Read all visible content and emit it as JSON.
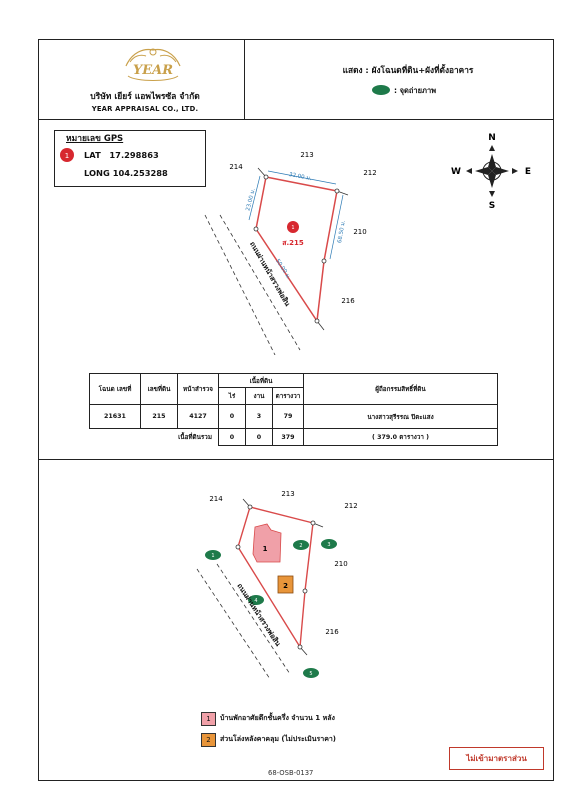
{
  "company": {
    "logo_text": "YEAR",
    "name_th": "บริษัท เยียร์ แอพไพรซัล จำกัด",
    "name_en": "YEAR APPRAISAL CO., LTD."
  },
  "header": {
    "title": "แสดง : ผังโฉนดที่ดิน+ผังที่ตั้งอาคาร",
    "photo_point_label": ": จุดถ่ายภาพ"
  },
  "gps": {
    "title": "หมายเลข GPS",
    "lat_label": "LAT",
    "lat_value": "17.298863",
    "long_label": "LONG",
    "long_value": "104.253288",
    "point_number": "1"
  },
  "compass": {
    "n": "N",
    "s": "S",
    "e": "E",
    "w": "W"
  },
  "plot_map": {
    "adjacent": {
      "north": "213",
      "nw": "214",
      "ne": "212",
      "east": "210",
      "se": "216"
    },
    "dims": {
      "top": "32.00 ม.",
      "left": "23.00 ม.",
      "right": "68.50 ม.",
      "bottom": "50.00 ม."
    },
    "road_label": "ถนนผ่านหน้าสรวงพ่อสิน",
    "lot_label": "ส.215",
    "gps_number": "1"
  },
  "deed_table": {
    "headers": {
      "deed_no": "โฉนด เลขที่",
      "land_no": "เลขที่ดิน",
      "survey_page": "หน้าสำรวจ",
      "area_group": "เนื้อที่ดิน",
      "rai": "ไร่",
      "ngan": "งาน",
      "sq_wa": "ตารางวา",
      "owner": "ผู้ถือกรรมสิทธิ์ที่ดิน"
    },
    "rows": [
      {
        "deed_no": "21631",
        "land_no": "215",
        "survey_page": "4127",
        "rai": "0",
        "ngan": "3",
        "sq_wa": "79",
        "owner": "นางสาวสุรีรรณ ปิตะแสง"
      }
    ],
    "total_label": "เนื้อที่ดินรวม",
    "total": {
      "rai": "0",
      "ngan": "0",
      "sq_wa": "379",
      "text": "( 379.0 ตารางวา )"
    }
  },
  "building_map": {
    "adjacent": {
      "north": "213",
      "nw": "214",
      "ne": "212",
      "east": "210",
      "se": "216"
    },
    "road_label": "ถนนผ่านหน้าสรวงพ่อสิน",
    "building_1": "1",
    "building_2": "2",
    "photo_points": [
      "1",
      "2",
      "3",
      "4",
      "5"
    ]
  },
  "legend": {
    "item1_num": "1",
    "item1_text": "บ้านพักอาศัยตึกชั้นครึ่ง จำนวน 1 หลัง",
    "item2_num": "2",
    "item2_text": "ส่วนโล่งหลังคาคลุม (ไม่ประเมินราคา)"
  },
  "footer": {
    "no_scale": "ไม่เข้ามาตราส่วน",
    "doc_no": "68-OSB-0137"
  },
  "colors": {
    "boundary": "#d94a4a",
    "gps_red": "#d7282f",
    "photo_green": "#1e7a4a",
    "building1": "#f0a0a8",
    "building2": "#e8953a",
    "noscale_red": "#c0392b"
  }
}
